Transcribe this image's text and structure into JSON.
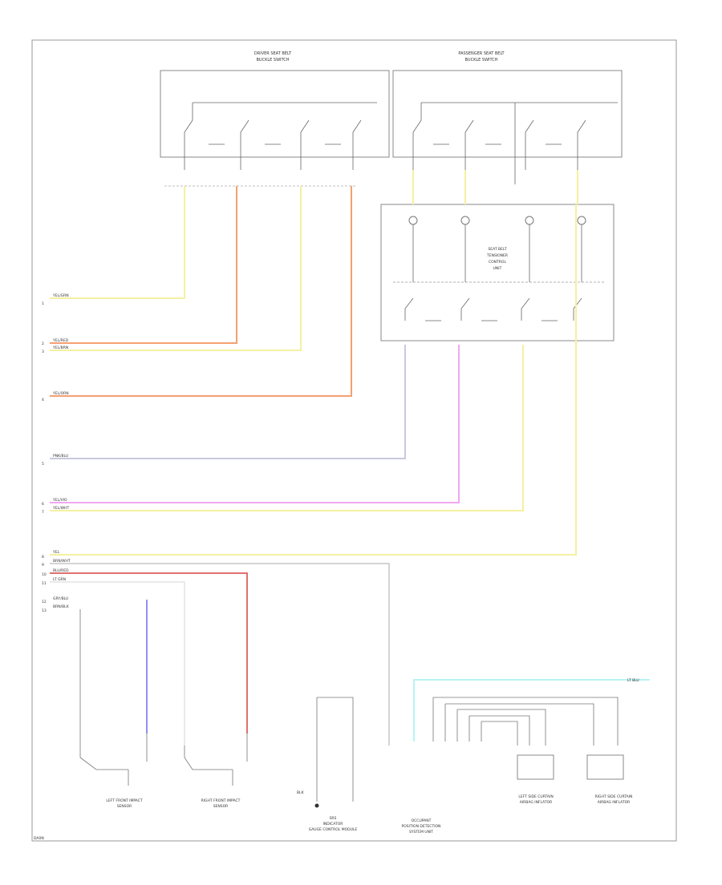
{
  "diagram": {
    "page_code": "DA0N",
    "headers": {
      "driver_seat_belt": [
        "DRIVER SEAT BELT",
        "BUCKLE SWITCH"
      ],
      "passenger_seat_belt": [
        "PASSENGER SEAT BELT",
        "BUCKLE SWITCH"
      ]
    },
    "wire_labels": [
      {
        "num": "1",
        "label": "YEL/GRN"
      },
      {
        "num": "2",
        "label": "YEL/RED"
      },
      {
        "num": "3",
        "label": "YEL/BRN"
      },
      {
        "num": "4",
        "label": "YEL/ORN"
      },
      {
        "num": "5",
        "label": "PNK/BLU"
      },
      {
        "num": "6",
        "label": "YEL/VIO"
      },
      {
        "num": "7",
        "label": "YEL/WHT"
      },
      {
        "num": "8",
        "label": "YEL"
      },
      {
        "num": "9",
        "label": "BRN/WHT"
      },
      {
        "num": "10",
        "label": "BLU/RED"
      },
      {
        "num": "11",
        "label": "LT GRN"
      },
      {
        "num": "12",
        "label": "GRY/BLU"
      },
      {
        "num": "13",
        "label": "BRN/BLK"
      }
    ],
    "center_box_lines": [
      "SEAT BELT",
      "TENSIONER",
      "CONTROL",
      "UNIT"
    ],
    "ground_label": "BLK",
    "right_wire_label": "LT BLU",
    "bottom_labels": {
      "left_front_impact": [
        "LEFT FRONT IMPACT",
        "SENSOR"
      ],
      "right_front_impact": [
        "RIGHT FRONT IMPACT",
        "SENSOR"
      ],
      "srs_indicator": [
        "SRS",
        "INDICATOR",
        "GAUGE CONTROL MODULE"
      ],
      "occupant_sensor": [
        "OCCUPANT",
        "POSITION DETECTION",
        "SYSTEM UNIT"
      ],
      "left_side_curtain": [
        "LEFT SIDE CURTAIN",
        "AIRBAG INFLATOR"
      ],
      "right_side_curtain": [
        "RIGHT SIDE CURTAIN",
        "AIRBAG INFLATOR"
      ]
    }
  }
}
